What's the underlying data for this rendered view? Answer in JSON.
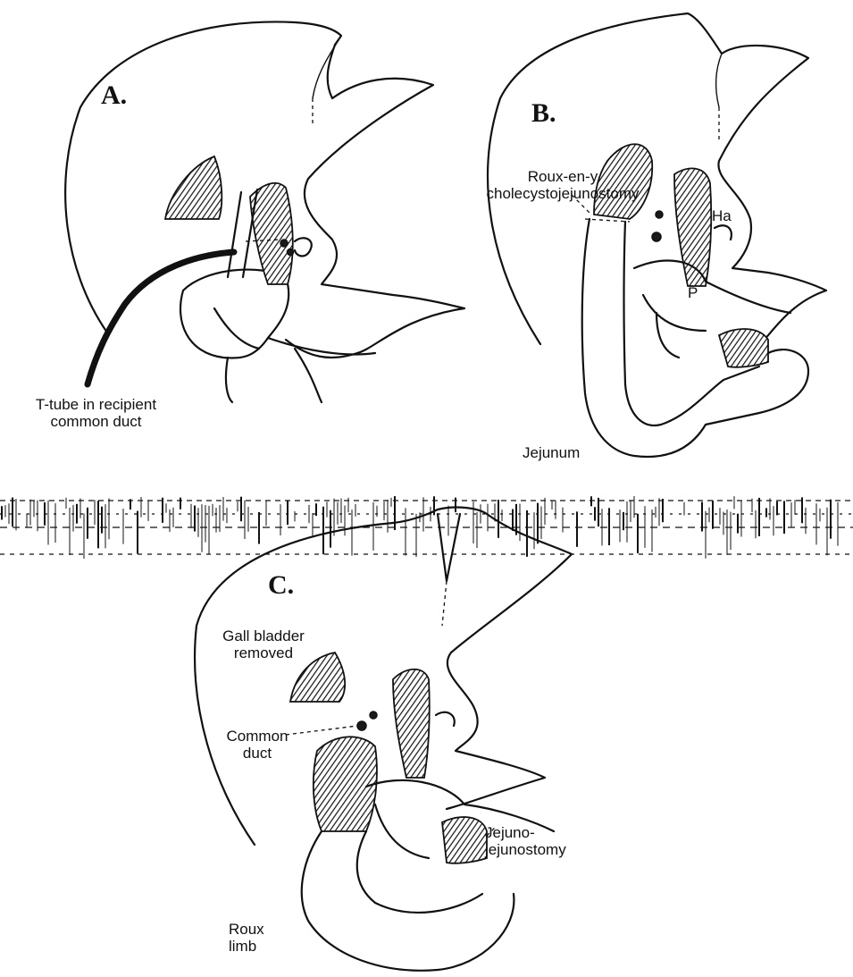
{
  "panels": {
    "a": {
      "letter": "A.",
      "tube_label_line1": "T-tube in recipient",
      "tube_label_line2": "common duct"
    },
    "b": {
      "letter": "B.",
      "roux_line1": "Roux-en-y",
      "roux_line2": "cholecystojejunostomy",
      "ha": "Ha",
      "p": "P",
      "jejunum": "Jejunum"
    },
    "c": {
      "letter": "C.",
      "gall_line1": "Gall bladder",
      "gall_line2": "removed",
      "duct_line1": "Common",
      "duct_line2": "duct",
      "jj_line1": "Jejuno-",
      "jj_line2": "jejunostomy",
      "roux_limb_line1": "Roux",
      "roux_limb_line2": "limb"
    }
  }
}
